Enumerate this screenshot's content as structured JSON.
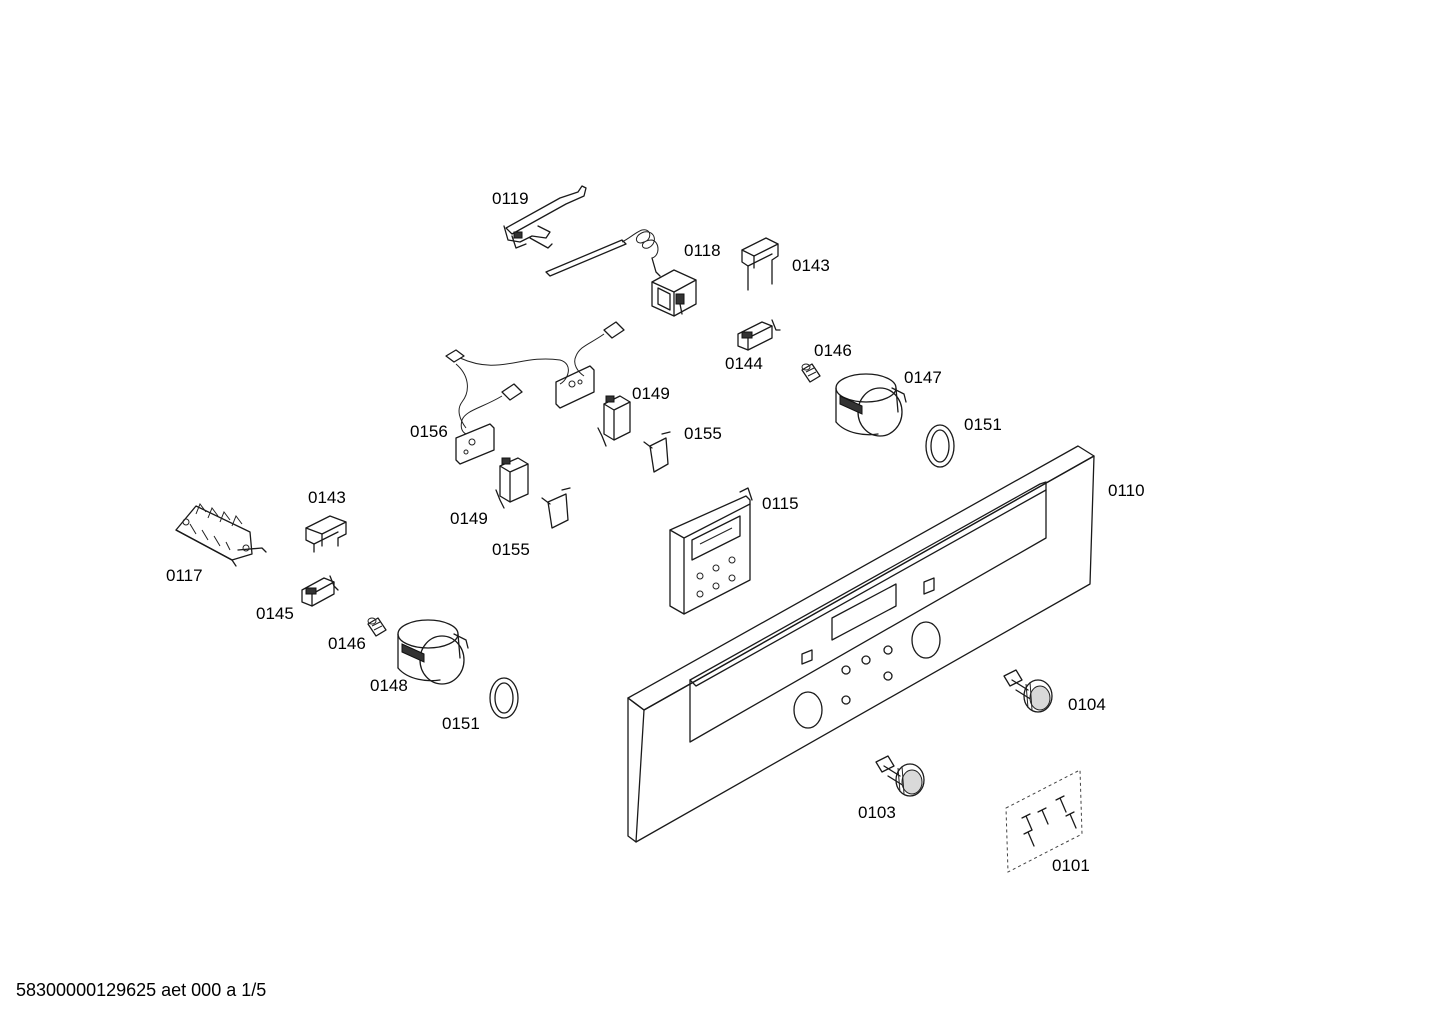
{
  "labels": {
    "p0119": "0119",
    "p0118": "0118",
    "p0143a": "0143",
    "p0144": "0144",
    "p0146a": "0146",
    "p0147": "0147",
    "p0151a": "0151",
    "p0149a": "0149",
    "p0155a": "0155",
    "p0156": "0156",
    "p0149b": "0149",
    "p0155b": "0155",
    "p0115": "0115",
    "p0110": "0110",
    "p0143b": "0143",
    "p0117": "0117",
    "p0145": "0145",
    "p0146b": "0146",
    "p0148": "0148",
    "p0151b": "0151",
    "p0104": "0104",
    "p0103": "0103",
    "p0101": "0101"
  },
  "footer": "58300000129625 aet 000 a 1/5"
}
